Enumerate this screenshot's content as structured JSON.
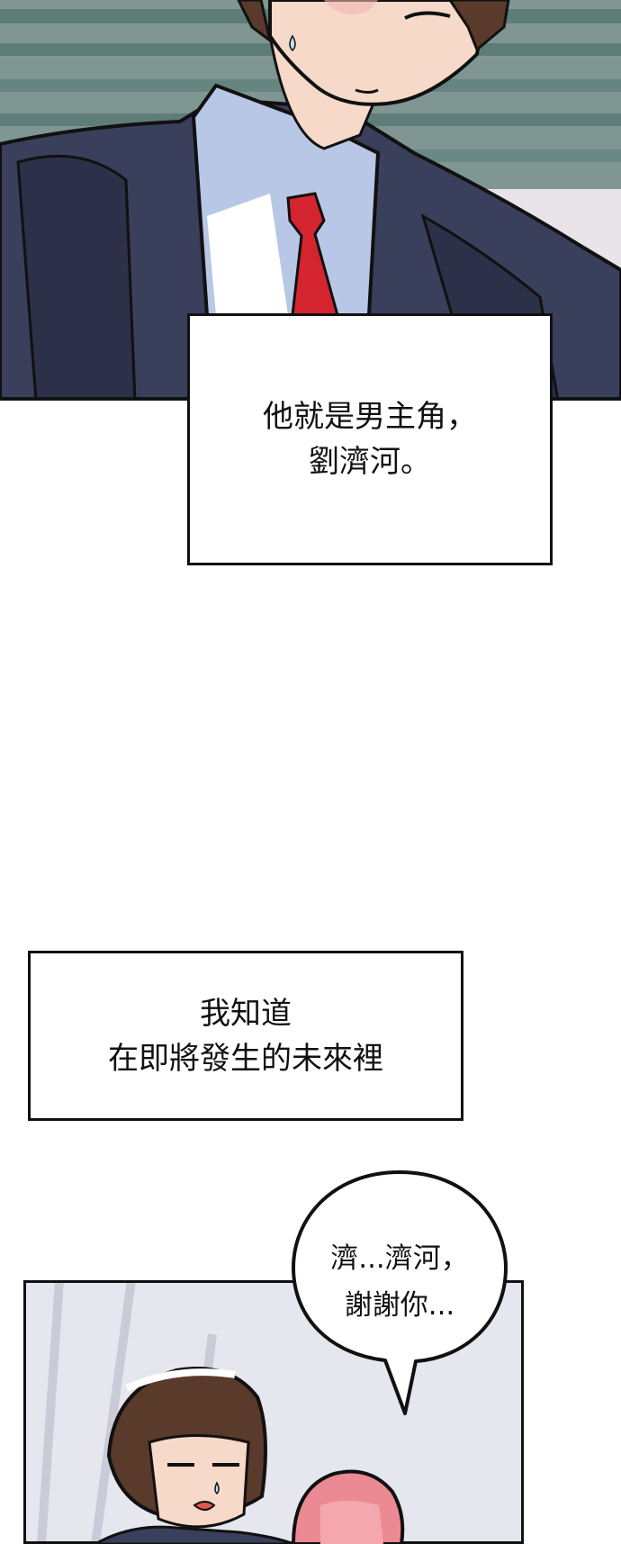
{
  "captions": {
    "box1": {
      "line1": "他就是男主角，",
      "line2": "劉濟河。"
    },
    "box2": {
      "line1": "我知道",
      "line2": "在即將發生的未來裡"
    }
  },
  "speech_bubble": {
    "line1": "濟...濟河，",
    "line2": "謝謝你..."
  },
  "colors": {
    "panel_border": "#111111",
    "uniform_jacket": "#3a3f5c",
    "shirt": "#b9c7e6",
    "tie": "#d42430",
    "hair": "#5a3a2a",
    "skin": "#f6d9c8",
    "background_stripes": "#5e7d78",
    "pink_hair": "#ec8a93"
  }
}
